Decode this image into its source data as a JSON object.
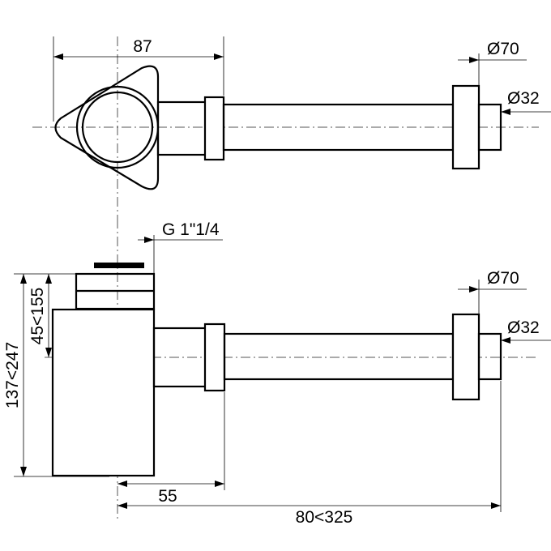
{
  "top_view": {
    "width_dim": "87",
    "flange_dim": "Ø70",
    "outlet_dim": "Ø32"
  },
  "side_view": {
    "thread_dim": "G 1\"1/4",
    "flange_dim": "Ø70",
    "outlet_dim": "Ø32",
    "total_height_dim": "137<247",
    "inlet_height_dim": "45<155",
    "offset_dim": "55",
    "length_dim": "80<325"
  }
}
